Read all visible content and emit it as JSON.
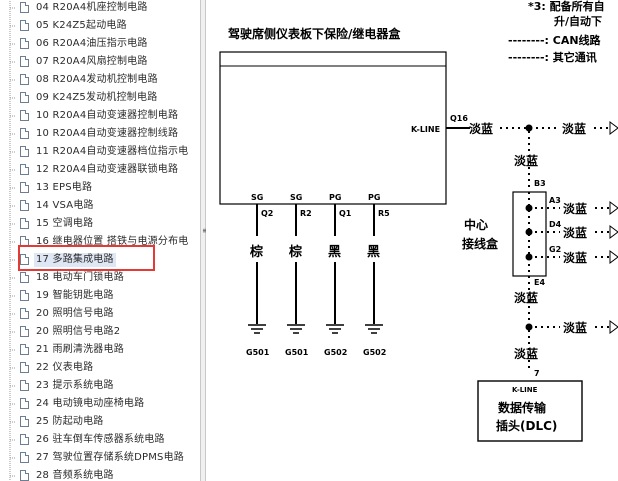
{
  "sidebar": {
    "items": [
      {
        "label": "04 R20A4机座控制电路"
      },
      {
        "label": "05 K24Z5起动电路"
      },
      {
        "label": "06 R20A4油压指示电路"
      },
      {
        "label": "07 R20A4风扇控制电路"
      },
      {
        "label": "08 R20A4发动机控制电路"
      },
      {
        "label": "09 K24Z5发动机控制电路"
      },
      {
        "label": "10 R20A4自动变速器控制电路"
      },
      {
        "label": "10 R20A4自动变速器控制线路"
      },
      {
        "label": "11 R20A4自动变速器档位指示电"
      },
      {
        "label": "12 R20A4自动变速器联锁电路"
      },
      {
        "label": "13 EPS电路"
      },
      {
        "label": "14 VSA电路"
      },
      {
        "label": "15 空调电路"
      },
      {
        "label": "16 继电器位置 搭铁与电源分布电"
      },
      {
        "label": "17 多路集成电路"
      },
      {
        "label": "18 电动车门锁电路"
      },
      {
        "label": "19 智能钥匙电路"
      },
      {
        "label": "20 照明信号电路"
      },
      {
        "label": "20 照明信号电路2"
      },
      {
        "label": "21 雨刷清洗器电路"
      },
      {
        "label": "22 仪表电路"
      },
      {
        "label": "23 提示系统电路"
      },
      {
        "label": "24 电动镜电动座椅电路"
      },
      {
        "label": "25 防起动电路"
      },
      {
        "label": "26 驻车倒车传感器系统电路"
      },
      {
        "label": "27 驾驶位置存储系统DPMS电路"
      },
      {
        "label": "28 音频系统电路"
      }
    ],
    "selected_index": 14
  },
  "diagram": {
    "notes": {
      "line1": "*3: 配备所有自",
      "line2": "升/自动下",
      "line3": "--------: CAN线路",
      "line4": "--------: 其它通讯"
    },
    "title": "驾驶席侧仪表板下保险/继电器盒",
    "kline_label": "K-LINE",
    "kline_pin": "Q16",
    "ground_pins": [
      {
        "signal": "SG",
        "pin": "Q2",
        "color": "棕",
        "ground": "G501"
      },
      {
        "signal": "SG",
        "pin": "R2",
        "color": "棕",
        "ground": "G501"
      },
      {
        "signal": "PG",
        "pin": "Q1",
        "color": "黑",
        "ground": "G502"
      },
      {
        "signal": "PG",
        "pin": "R5",
        "color": "黑",
        "ground": "G502"
      }
    ],
    "wire_color": "淡蓝",
    "junction": {
      "name_line1": "中心",
      "name_line2": "接线盒",
      "pin_top": "B3",
      "pin_bottom": "E4",
      "branches": [
        {
          "pin": "A3",
          "color": "淡蓝"
        },
        {
          "pin": "D4",
          "color": "淡蓝"
        },
        {
          "pin": "G2",
          "color": "淡蓝"
        }
      ]
    },
    "extra_branch_color": "淡蓝",
    "dlc": {
      "pin": "7",
      "kline_label": "K-LINE",
      "name_line1": "数据传输",
      "name_line2": "插头(DLC)"
    }
  }
}
